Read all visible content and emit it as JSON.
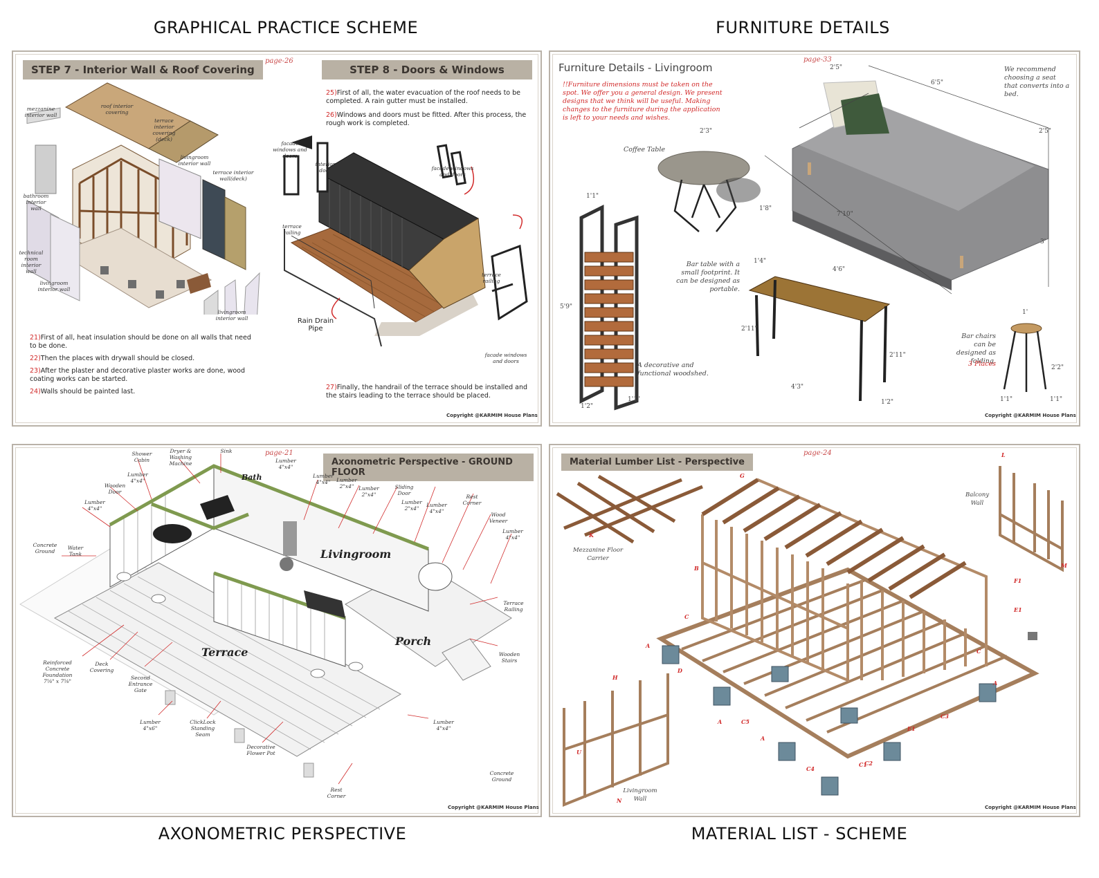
{
  "captions": {
    "top_left": "GRAPHICAL PRACTICE SCHEME",
    "top_right": "FURNITURE DETAILS",
    "bottom_left": "AXONOMETRIC PERSPECTIVE",
    "bottom_right": "MATERIAL LIST - SCHEME"
  },
  "panel1": {
    "page": "page-26",
    "step7_title": "STEP 7 - Interior Wall & Roof Covering",
    "step8_title": "STEP 8 - Doors & Windows",
    "step7_notes": [
      {
        "num": "21)",
        "text": "First of all, heat insulation should be done on all walls that need to be done."
      },
      {
        "num": "22)",
        "text": "Then the places with drywall should be closed."
      },
      {
        "num": "23)",
        "text": "After the plaster and decorative plaster works are done, wood coating works can be started."
      },
      {
        "num": "24)",
        "text": "Walls should be painted last."
      }
    ],
    "step8_notes_top": [
      {
        "num": "25)",
        "text": "First of all, the water evacuation of the roof needs to be completed. A rain gutter must be installed."
      },
      {
        "num": "26)",
        "text": "Windows and doors must be fitted. After this process, the rough work is completed."
      }
    ],
    "step8_note_bottom": {
      "num": "27)",
      "text": "Finally, the handrail of the terrace should be installed and the stairs leading to the terrace should be placed."
    },
    "labels": {
      "mezzanine": "mezzanine interior wall",
      "roof": "roof interior covering",
      "terrace_cov": "terrace interior covering (deck)",
      "living_wall": "livingroom interior wall",
      "terrace_wall": "terrace interior wall(deck)",
      "bathroom": "bathroom interior wall",
      "technical": "technical room interior wall",
      "living_wall2": "livingroom interior wall",
      "living_wall3": "livingroom interior wall",
      "facade1": "facade windows and doors",
      "interior_door": "interior door",
      "facade2": "facade windows and doors",
      "terrace_railing": "terrace railing",
      "terrace_railing2": "terrace railing",
      "rain_drain": "Rain Drain Pipe",
      "facade3": "facade windows and doors"
    },
    "copyright": "Copyright @KARMIM House Plans"
  },
  "panel2": {
    "title": "Furniture Details - Livingroom",
    "page": "page-33",
    "warning": "!!Furniture dimensions must be taken on the spot. We offer you a general design. We present designs that we think will be useful. Making changes to the furniture during the application is left to your needs and wishes.",
    "sofa_note": "We recommend choosing a seat that converts into a bed.",
    "coffee_table": "Coffee Table",
    "bar_table": "Bar table with a small footprint. It can be designed as portable.",
    "woodshed": "A decorative and functional woodshed.",
    "bar_chairs": "Bar chairs can be designed as folding.",
    "places": "3 Places",
    "dims": {
      "sofa_h": "2'5\"",
      "sofa_w": "6'5\"",
      "sofa_d": "2'5\"",
      "sofa_l": "7'10\"",
      "sofa_side": "3'",
      "ct_w": "2'3\"",
      "ct_h": "1'8\"",
      "ws_w": "1'1\"",
      "ws_h": "5'9\"",
      "ws_b1": "1'2\"",
      "ws_b2": "1'1\"",
      "bt_w": "1'4\"",
      "bt_l": "4'6\"",
      "bt_h": "2'11\"",
      "bt_h2": "2'11\"",
      "bt_b": "4'3\"",
      "bt_b2": "1'2\"",
      "ch_w": "1'",
      "ch_h": "2'2\"",
      "ch_b1": "1'1\"",
      "ch_b2": "1'1\""
    },
    "copyright": "Copyright @KARMIM House Plans"
  },
  "panel3": {
    "title": "Axonometric Perspective - GROUND FLOOR",
    "page": "page-21",
    "rooms": {
      "bath": "Bath",
      "living": "Livingroom",
      "terrace": "Terrace",
      "porch": "Porch"
    },
    "labels": [
      "Shower Cabin",
      "Dryer & Washing Machine",
      "Sink",
      "Lumber 4\"x4\"",
      "Wooden Door",
      "Lumber 4\"x4\"",
      "Lumber 4\"x4\"",
      "Concrete Ground",
      "Water Tank",
      "Lumber 4\"x4\"",
      "Lumber 2\"x4\"",
      "Lumber 2\"x4\"",
      "Sliding Door",
      "Lumber 2\"x4\"",
      "Lumber 4\"x4\"",
      "Rest Corner",
      "Wood Veneer",
      "Lumber 4\"x4\"",
      "Terrace Railing",
      "Wooden Stairs",
      "Reinforced Concrete Foundation 7⅝\" x 7⅝\"",
      "Deck Covering",
      "Second Entrance Gate",
      "Lumber 4\"x6\"",
      "ClickLock Standing Seam",
      "Decorative Flower Pot",
      "Rest Corner",
      "Lumber 4\"x4\"",
      "Concrete Ground"
    ],
    "copyright": "Copyright @KARMIM House Plans"
  },
  "panel4": {
    "title": "Material Lumber List - Perspective",
    "page": "page-24",
    "mezzanine": "Mezzanine Floor Carrier",
    "balcony": "Balcony Wall",
    "living": "Livingroom Wall",
    "codes": [
      "A",
      "A",
      "A",
      "A",
      "B",
      "C",
      "C",
      "C1",
      "C2",
      "C3",
      "C4",
      "C5",
      "D",
      "E1",
      "E1",
      "F1",
      "G",
      "H",
      "K",
      "L",
      "M",
      "N",
      "U"
    ],
    "copyright": "Copyright @KARMIM House Plans"
  },
  "colors": {
    "badge": "#b9b1a4",
    "accent_red": "#d12a2a",
    "wood": "#8a5a38",
    "frame": "#b38b68",
    "sofa": "#8c8c8e",
    "green_beam": "#7f9a4f"
  }
}
